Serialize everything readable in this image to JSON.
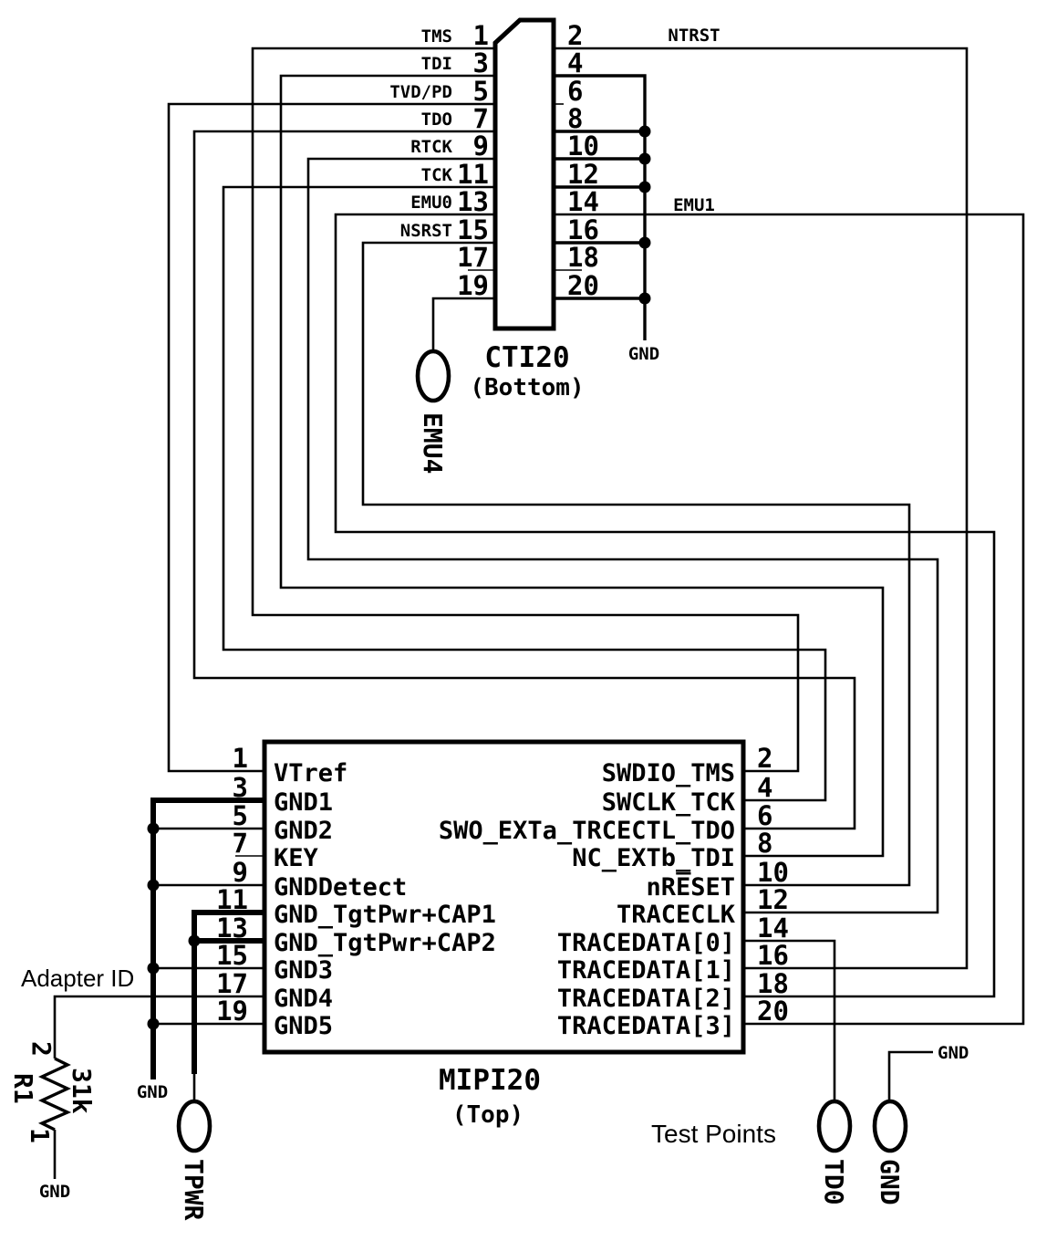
{
  "cti20": {
    "name": "CTI20",
    "sub": "(Bottom)",
    "left_pins": [
      {
        "num": "1",
        "label": "TMS"
      },
      {
        "num": "3",
        "label": "TDI"
      },
      {
        "num": "5",
        "label": "TVD/PD"
      },
      {
        "num": "7",
        "label": "TDO"
      },
      {
        "num": "9",
        "label": "RTCK"
      },
      {
        "num": "11",
        "label": "TCK"
      },
      {
        "num": "13",
        "label": "EMU0"
      },
      {
        "num": "15",
        "label": "NSRST"
      },
      {
        "num": "17",
        "label": ""
      },
      {
        "num": "19",
        "label": ""
      }
    ],
    "right_pins": [
      "2",
      "4",
      "6",
      "8",
      "10",
      "12",
      "14",
      "16",
      "18",
      "20"
    ],
    "net_ntrst": "NTRST",
    "net_emu1": "EMU1",
    "net_gnd": "GND"
  },
  "mipi20": {
    "name": "MIPI20",
    "sub": "(Top)",
    "left_pins": [
      {
        "num": "1",
        "label": "VTref"
      },
      {
        "num": "3",
        "label": "GND1"
      },
      {
        "num": "5",
        "label": "GND2"
      },
      {
        "num": "7",
        "label": "KEY"
      },
      {
        "num": "9",
        "label": "GNDDetect"
      },
      {
        "num": "11",
        "label": "GND_TgtPwr+CAP1"
      },
      {
        "num": "13",
        "label": "GND_TgtPwr+CAP2"
      },
      {
        "num": "15",
        "label": "GND3"
      },
      {
        "num": "17",
        "label": "GND4"
      },
      {
        "num": "19",
        "label": "GND5"
      }
    ],
    "right_pins": [
      {
        "num": "2",
        "label": "SWDIO_TMS"
      },
      {
        "num": "4",
        "label": "SWCLK_TCK"
      },
      {
        "num": "6",
        "label": "SWO_EXTa_TRCECTL_TDO"
      },
      {
        "num": "8",
        "label": "NC_EXTb_TDI"
      },
      {
        "num": "10",
        "label": "nRE̅SET"
      },
      {
        "num": "12",
        "label": "TRACECLK"
      },
      {
        "num": "14",
        "label": "TRACEDATA[0]"
      },
      {
        "num": "16",
        "label": "TRACEDATA[1]"
      },
      {
        "num": "18",
        "label": "TRACEDATA[2]"
      },
      {
        "num": "20",
        "label": "TRACEDATA[3]"
      }
    ],
    "net_gnd_bus": "GND"
  },
  "resistor": {
    "ref": "R1",
    "value": "31k",
    "pin_top": "2",
    "pin_bottom": "1",
    "net_name": "Adapter ID",
    "net_gnd": "GND"
  },
  "test_points": {
    "caption": "Test Points",
    "emu4": "EMU4",
    "tpwr": "TPWR",
    "td0": "TD0",
    "gnd": "GND",
    "gnd_net": "GND"
  }
}
